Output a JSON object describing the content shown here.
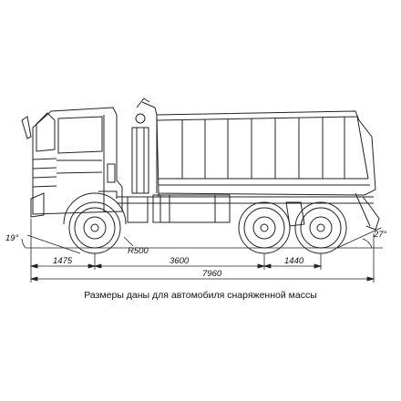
{
  "dimensions": {
    "front_overhang": "1475",
    "wheelbase": "3600",
    "rear_axle_spacing": "1440",
    "overall_length": "7960",
    "approach_angle": "19°",
    "departure_angle": "27°",
    "turning_radius": "R500"
  },
  "caption": "Размеры даны для автомобиля снаряженной массы"
}
